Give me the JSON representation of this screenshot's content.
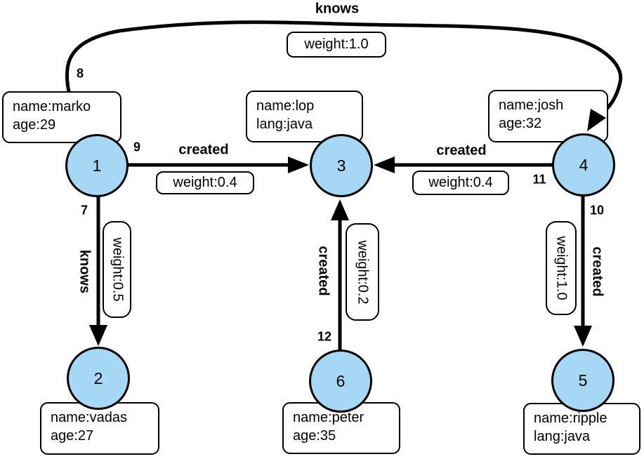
{
  "nodes": [
    {
      "id": "1",
      "properties": [
        "name:marko",
        "age:29"
      ]
    },
    {
      "id": "2",
      "properties": [
        "name:vadas",
        "age:27"
      ]
    },
    {
      "id": "3",
      "properties": [
        "name:lop",
        "lang:java"
      ]
    },
    {
      "id": "4",
      "properties": [
        "name:josh",
        "age:32"
      ]
    },
    {
      "id": "5",
      "properties": [
        "name:ripple",
        "lang:java"
      ]
    },
    {
      "id": "6",
      "properties": [
        "name:peter",
        "age:35"
      ]
    }
  ],
  "edges": [
    {
      "id": "8",
      "label": "knows",
      "weight": "weight:1.0",
      "from": "1",
      "to": "4"
    },
    {
      "id": "9",
      "label": "created",
      "weight": "weight:0.4",
      "from": "1",
      "to": "3"
    },
    {
      "id": "7",
      "label": "knows",
      "weight": "weight:0.5",
      "from": "1",
      "to": "2"
    },
    {
      "id": "11",
      "label": "created",
      "weight": "weight:0.4",
      "from": "4",
      "to": "3"
    },
    {
      "id": "10",
      "label": "created",
      "weight": "weight:1.0",
      "from": "4",
      "to": "5"
    },
    {
      "id": "12",
      "label": "created",
      "weight": "weight:0.2",
      "from": "6",
      "to": "3"
    }
  ],
  "colors": {
    "node_fill": "#a6d7f5",
    "stroke": "#000000",
    "box_fill": "#ffffff"
  }
}
